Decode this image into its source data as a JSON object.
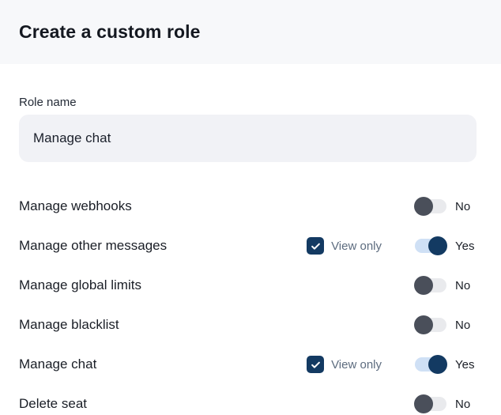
{
  "header": {
    "title": "Create a custom role"
  },
  "form": {
    "role_name_label": "Role name",
    "role_name_value": "Manage chat"
  },
  "permissions": [
    {
      "label": "Manage webhooks",
      "state": "No"
    },
    {
      "label": "Manage other messages",
      "state": "Yes",
      "view_only_label": "View only",
      "view_only_checked": true
    },
    {
      "label": "Manage global limits",
      "state": "No"
    },
    {
      "label": "Manage blacklist",
      "state": "No"
    },
    {
      "label": "Manage chat",
      "state": "Yes",
      "view_only_label": "View only",
      "view_only_checked": true
    },
    {
      "label": "Delete seat",
      "state": "No"
    }
  ],
  "colors": {
    "header_background": "#f7f8fa",
    "accent_navy": "#133a62",
    "toggle_on_track": "#cfe0f5",
    "toggle_off_track": "#e9eaed",
    "toggle_off_knob": "#4a4f5a",
    "input_background": "#f1f2f6"
  }
}
